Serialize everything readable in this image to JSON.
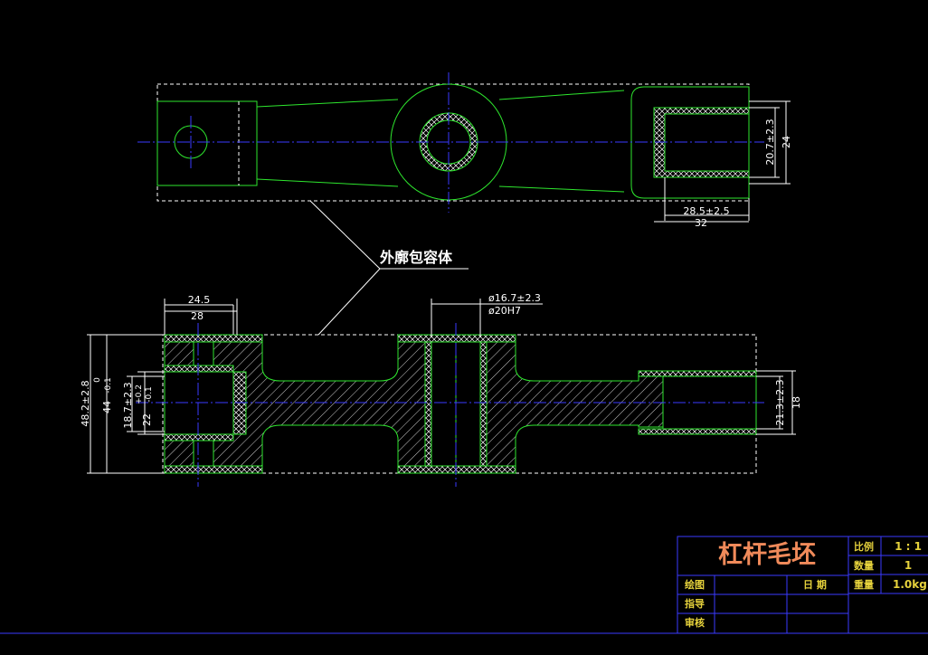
{
  "annotation": "外廓包容体",
  "dimensions": {
    "top_view": {
      "fork_inner_height": "20.7±2.3",
      "fork_outer_height": "24",
      "fork_inner_length": "28.5±2.5",
      "fork_outer_length": "32"
    },
    "side_view": {
      "left_inner_width": "24.5",
      "left_outer_width": "28",
      "hole_blank_dia": "ø16.7±2.3",
      "hole_finish_dia": "ø20H7",
      "total_height_blank": "48.2±2.8",
      "total_height_finish_nominal": "44",
      "total_height_finish_upper_tol": "0",
      "total_height_finish_lower_tol": "-0.1",
      "slot_blank": "18.7±2.3",
      "slot_finish_nominal": "22",
      "slot_finish_upper_tol": "+0.2",
      "slot_finish_lower_tol": "-0.1",
      "right_blank_height": "21.3±2.3",
      "right_finish_height": "18"
    }
  },
  "title_block": {
    "title": "杠杆毛坯",
    "scale_label": "比例",
    "scale_value": "1 : 1",
    "quantity_label": "数量",
    "quantity_value": "1",
    "weight_label": "重量",
    "weight_value": "1.0kg",
    "drawn_label": "绘图",
    "date_label": "日  期",
    "guide_label": "指导",
    "review_label": "审核"
  }
}
